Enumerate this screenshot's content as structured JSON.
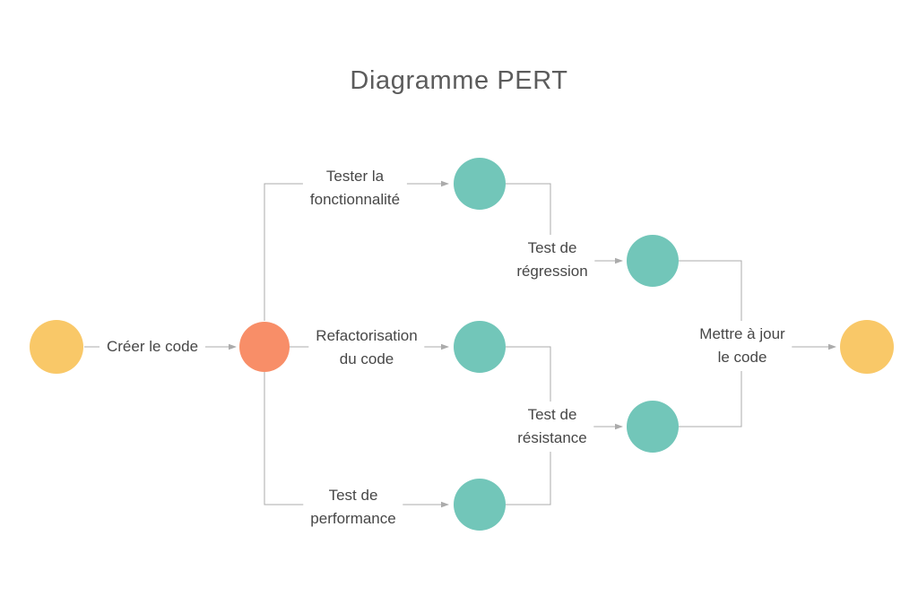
{
  "title": "Diagramme PERT",
  "colors": {
    "start_end_node": "#F9C868",
    "milestone_node": "#F88E68",
    "task_node": "#72C6B9",
    "edge_line": "#ABABAB",
    "label_text": "#474747",
    "title_text": "#5C5C5C",
    "background": "#FFFFFF"
  },
  "labels": {
    "create_code": {
      "lines": [
        "Créer le code"
      ]
    },
    "test_functionality": {
      "lines": [
        "Tester la",
        "fonctionnalité"
      ]
    },
    "refactor_code": {
      "lines": [
        "Refactorisation",
        "du code"
      ]
    },
    "performance_test": {
      "lines": [
        "Test de",
        "performance"
      ]
    },
    "regression_test": {
      "lines": [
        "Test de",
        "régression"
      ]
    },
    "resistance_test": {
      "lines": [
        "Test de",
        "résistance"
      ]
    },
    "update_code": {
      "lines": [
        "Mettre à jour",
        "le code"
      ]
    }
  }
}
